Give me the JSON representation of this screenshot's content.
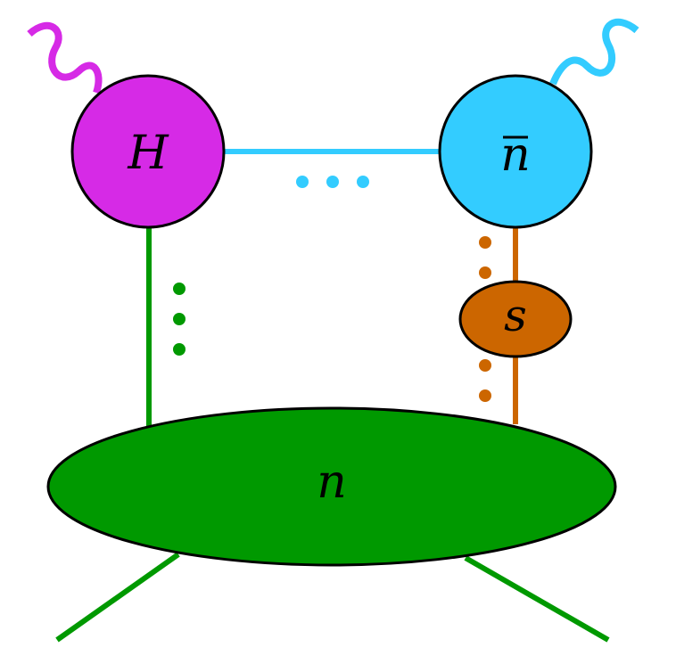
{
  "nodes": {
    "hard": {
      "label": "H",
      "color": "#d62ae6"
    },
    "anticollinear": {
      "label": "n",
      "overbar": true,
      "color": "#33ccff"
    },
    "soft": {
      "label": "s",
      "color": "#cc6600"
    },
    "collinear": {
      "label": "n",
      "color": "#009900"
    }
  },
  "colors": {
    "outline": "#000000",
    "background": "#ffffff"
  },
  "dots": {
    "horizontal_count": 3,
    "left_vertical_count": 3,
    "right_vertical_count": 4
  }
}
